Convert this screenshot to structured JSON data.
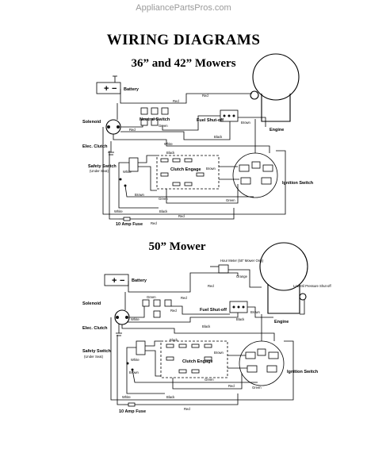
{
  "watermark": "AppliancePartsPros.com",
  "page_title": "WIRING DIAGRAMS",
  "diagram1": {
    "heading": "36” and 42” Mowers",
    "labels": {
      "battery": "Battery",
      "plus": "+",
      "minus": "−",
      "solenoid": "Solenoid",
      "neutral_switch": "Neutral Switch",
      "fuel_shutoff": "Fuel Shut-off",
      "engine": "Engine",
      "elec_clutch": "Elec. Clutch",
      "safety_switch": "Safety Switch",
      "under_seat": "(Under Seat)",
      "clutch_engage": "Clutch Engage",
      "ignition_switch": "Ignition Switch",
      "fuse": "10 Amp Fuse"
    },
    "wire_labels": {
      "red_top": "Red",
      "red_2": "Red",
      "green_1": "Green",
      "red_3": "Red",
      "brown_1": "Brown",
      "black_1": "Black",
      "white_1": "White",
      "black_2": "Black",
      "white_2": "White",
      "brown_2": "Brown",
      "brown_3": "Brown",
      "green_2": "Green",
      "green_3": "Green",
      "white_3": "White",
      "black_3": "Black",
      "red_4": "Red",
      "red_bottom": "Red"
    }
  },
  "diagram2": {
    "heading": "50” Mower",
    "labels": {
      "hour_meter": "Hour Meter (50” Mower Only)",
      "battery": "Battery",
      "plus": "+",
      "minus": "−",
      "solenoid": "Solenoid",
      "fuel_shutoff": "Fuel Shut-off",
      "engine": "Engine",
      "low_oil": "Low Oil Pressure Shut-off",
      "elec_clutch": "Elec. Clutch",
      "safety_switch": "Safety Switch",
      "under_seat": "(Under Seat)",
      "clutch_engage": "Clutch Engage",
      "ignition_switch": "Ignition Switch",
      "fuse": "10 Amp Fuse"
    },
    "wire_labels": {
      "red_top": "Red",
      "orange": "Orange",
      "green_1": "Green",
      "red_2": "Red",
      "red_3": "Red",
      "white_1": "White",
      "black_1": "Black",
      "brown_1": "Brown",
      "black_2": "Black",
      "white_2": "White",
      "black_3": "Black",
      "brown_2": "Brown",
      "green_2": "Green",
      "white_3": "White",
      "brown_3": "Brown",
      "black_4": "Black",
      "red_4": "Red",
      "green_3": "Green",
      "red_bottom": "Red"
    }
  }
}
